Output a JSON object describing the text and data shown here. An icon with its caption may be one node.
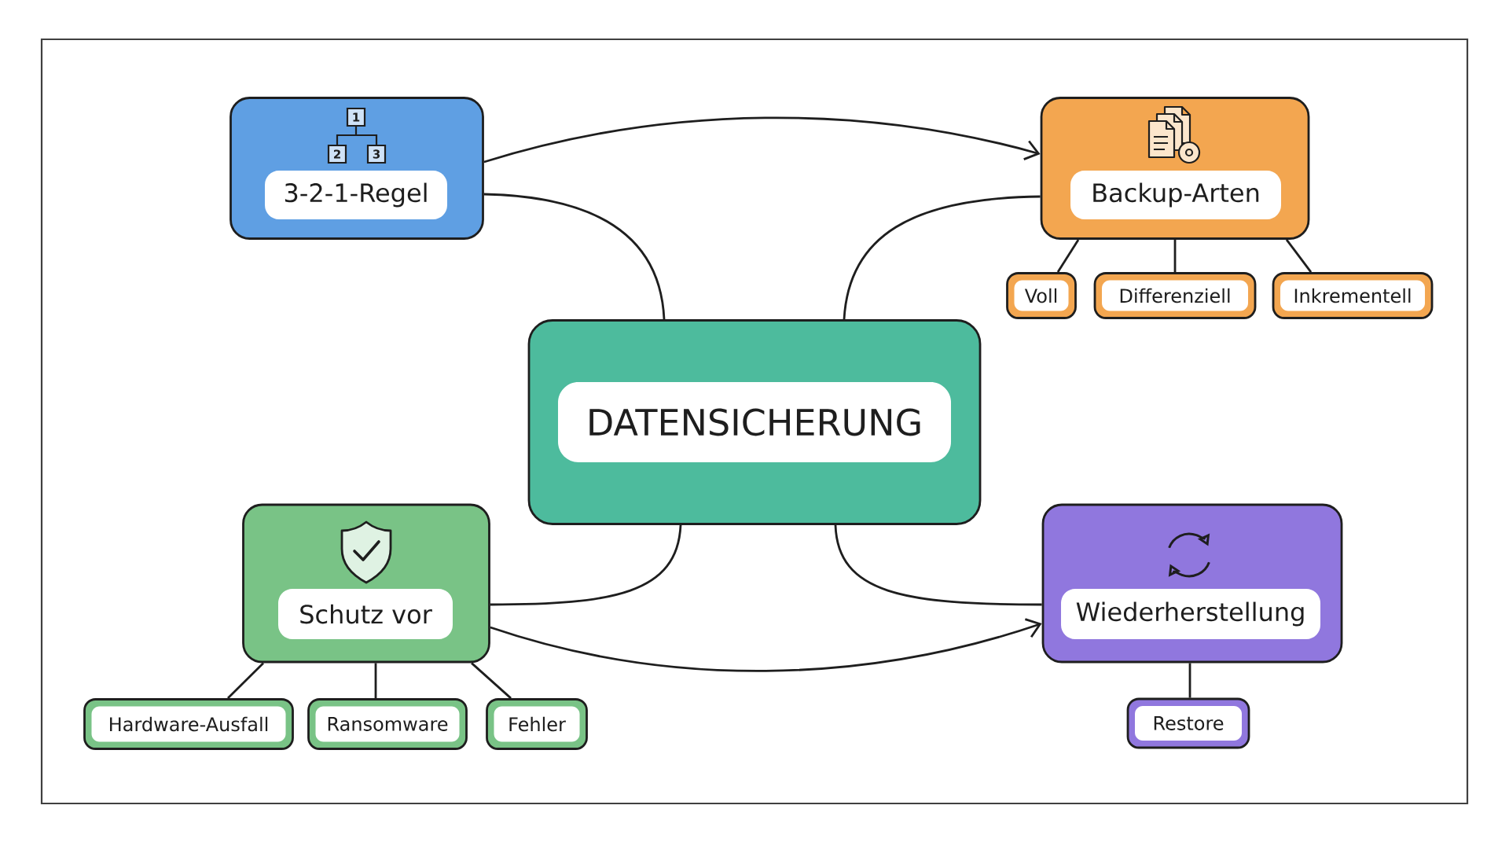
{
  "diagram": {
    "nodes": [
      {
        "text": [
          "3-2-1-Regel"
        ]
      },
      {
        "text": [
          "Backup-Arten"
        ]
      },
      {
        "text": [
          "Voll"
        ]
      },
      {
        "text": [
          "Differenziell"
        ]
      },
      {
        "text": [
          "Inkrementell"
        ]
      },
      {
        "text": [
          "DATENSICHERUNG"
        ]
      },
      {
        "text": [
          "Schutz vor"
        ]
      },
      {
        "text": [
          "Wiederherstellung"
        ]
      },
      {
        "text": [
          "Hardware-Ausfall"
        ]
      },
      {
        "text": [
          "Ransomware"
        ]
      },
      {
        "text": [
          "Fehler"
        ]
      },
      {
        "text": [
          "Restore"
        ]
      }
    ],
    "edges": [
      {
        "from": 0,
        "to": 1,
        "arrow": "to"
      },
      {
        "from": 5,
        "to": 0,
        "arrow": "none"
      },
      {
        "from": 5,
        "to": 1,
        "arrow": "none"
      },
      {
        "from": 5,
        "to": 6,
        "arrow": "none"
      },
      {
        "from": 5,
        "to": 7,
        "arrow": "none"
      },
      {
        "from": 6,
        "to": 7,
        "arrow": "to"
      },
      {
        "from": 1,
        "to": 2,
        "arrow": "none"
      },
      {
        "from": 1,
        "to": 3,
        "arrow": "none"
      },
      {
        "from": 1,
        "to": 4,
        "arrow": "none"
      },
      {
        "from": 6,
        "to": 8,
        "arrow": "none"
      },
      {
        "from": 6,
        "to": 9,
        "arrow": "none"
      },
      {
        "from": 6,
        "to": 10,
        "arrow": "none"
      },
      {
        "from": 7,
        "to": 11,
        "arrow": "none"
      }
    ],
    "labels": [
      "1",
      "2",
      "3"
    ]
  }
}
